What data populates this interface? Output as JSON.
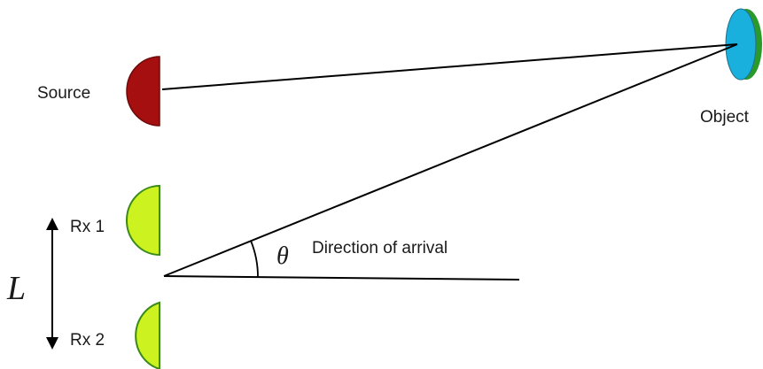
{
  "labels": {
    "source": "Source",
    "object": "Object",
    "rx1": "Rx 1",
    "rx2": "Rx 2",
    "direction_of_arrival": "Direction of arrival",
    "theta": "θ",
    "baseline": "L"
  },
  "colors": {
    "source_fill": "#a50f0f",
    "source_stroke": "#6e0a0a",
    "receiver_fill": "#ccf21f",
    "receiver_stroke": "#3c8a1c",
    "object_fill": "#1ab0de",
    "object_stroke": "#2b7d2b",
    "line": "#000000"
  }
}
